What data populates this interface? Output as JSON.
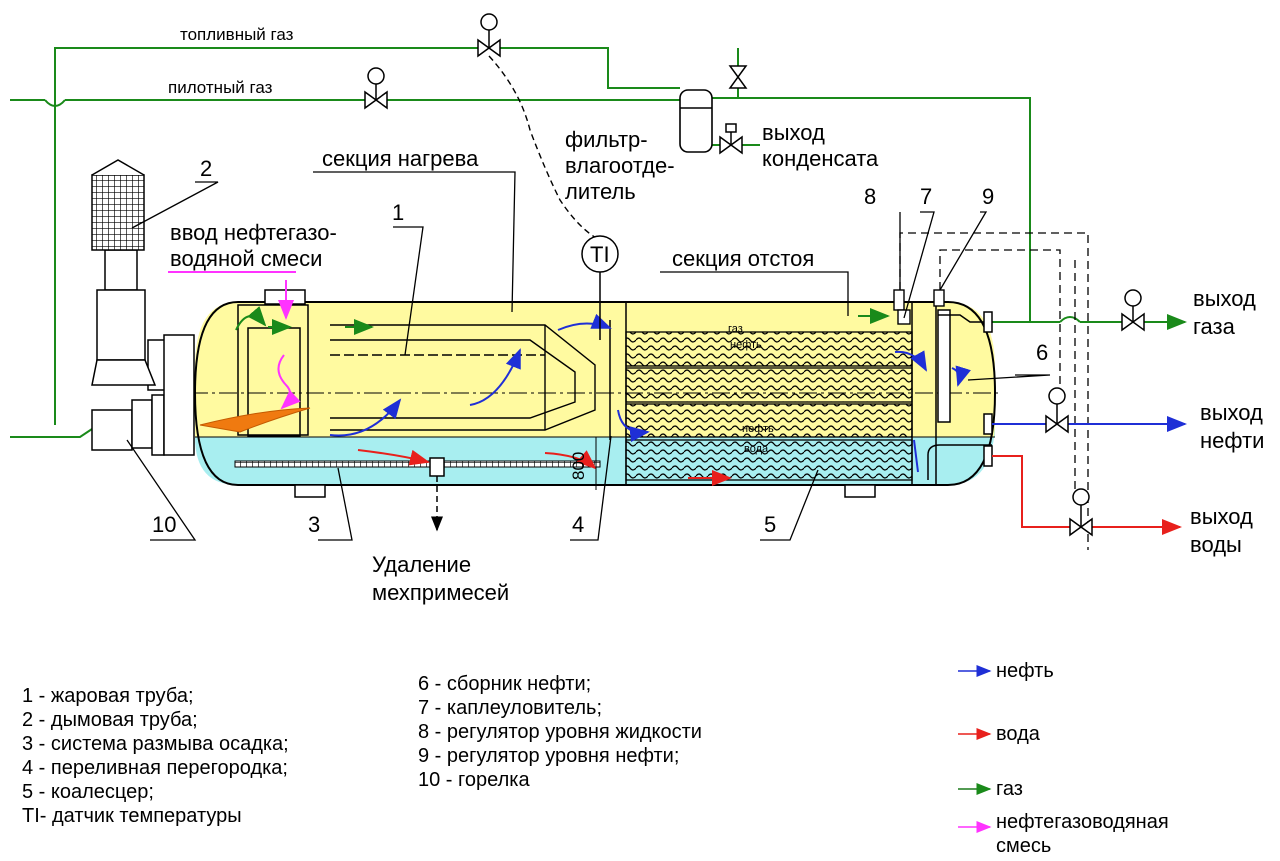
{
  "labels": {
    "fuel_gas": "топливный газ",
    "pilot_gas": "пилотный газ",
    "filter_line1": "фильтр-",
    "filter_line2": "влагоотде-",
    "filter_line3": "литель",
    "condensate_line1": "выход",
    "condensate_line2": "конденсата",
    "heating_section": "секция нагрева",
    "settling_section": "секция отстоя",
    "input_line1": "ввод нефтегазо-",
    "input_line2": "водяной смеси",
    "gas_out_line1": "выход",
    "gas_out_line2": "газа",
    "oil_out_line1": "выход",
    "oil_out_line2": "нефти",
    "water_out_line1": "выход",
    "water_out_line2": "воды",
    "removal_line1": "Удаление",
    "removal_line2": "мехпримесей",
    "ti": "TI",
    "dim_800": "800",
    "inner_gas": "газ",
    "inner_oil1": "нефть",
    "inner_oil2": "нефть",
    "inner_water": "вода"
  },
  "callouts": [
    "1",
    "2",
    "3",
    "4",
    "5",
    "6",
    "7",
    "8",
    "9",
    "10"
  ],
  "legend_items_left": [
    "1 - жаровая труба;",
    "2 - дымовая труба;",
    "3 - система размыва осадка;",
    "4 - переливная перегородка;",
    "5 -  коалесцер;",
    "TI- датчик температуры"
  ],
  "legend_items_right": [
    "6 - сборник нефти;",
    "7 - каплеуловитель;",
    "8 - регулятор уровня жидкости",
    "9 - регулятор уровня нефти;",
    "10 - горелка"
  ],
  "flow_legend": [
    {
      "label": "нефть",
      "color": "#1f2fd6"
    },
    {
      "label": "вода",
      "color": "#e8201c"
    },
    {
      "label": "газ",
      "color": "#1a7a1a"
    },
    {
      "label_line1": "нефтегазоводяная",
      "label_line2": "смесь",
      "color": "#ff33ff"
    }
  ],
  "colors": {
    "oil_zone": "#fffaa0",
    "water_zone": "#a8eef0",
    "gas_line": "#1a8a1a",
    "oil_line": "#1f2fd6",
    "water_line": "#e8201c",
    "flame": "#f07a10"
  }
}
